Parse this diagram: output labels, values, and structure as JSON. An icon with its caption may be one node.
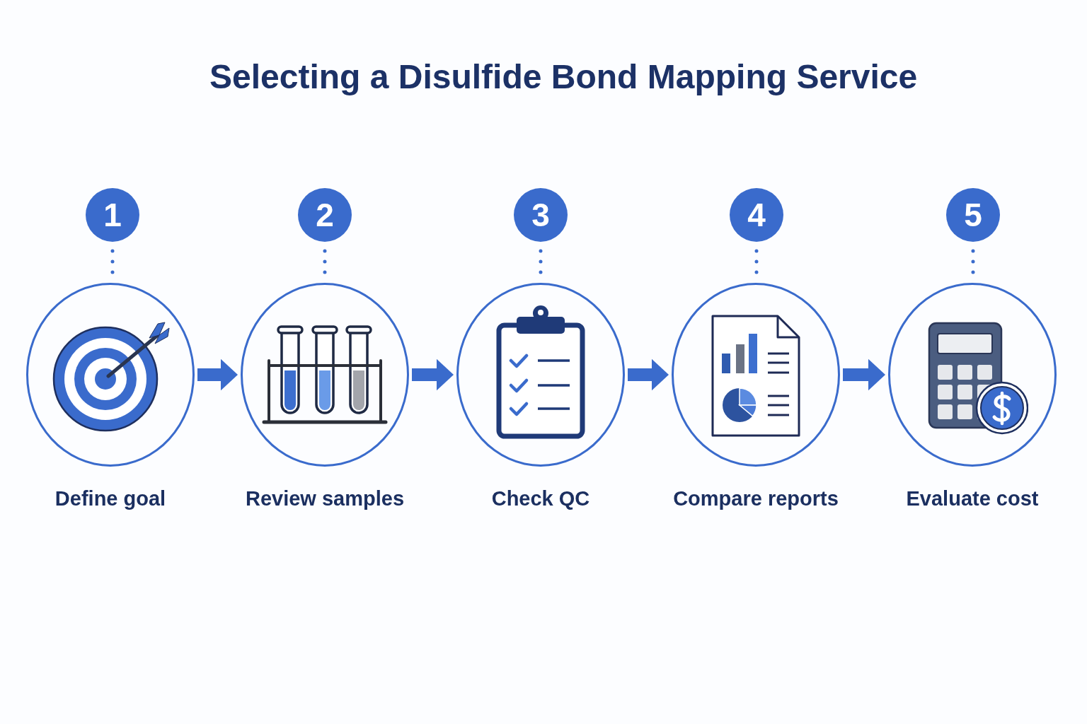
{
  "diagram": {
    "title": "Selecting a Disulfide Bond Mapping Service",
    "nodes": [
      {
        "text": [
          "1"
        ]
      },
      {
        "text": [
          "2"
        ]
      },
      {
        "text": [
          "3"
        ]
      },
      {
        "text": [
          "4"
        ]
      },
      {
        "text": [
          "5"
        ]
      },
      {
        "text": [
          "Define goal"
        ]
      },
      {
        "text": [
          "Review samples"
        ]
      },
      {
        "text": [
          "Check QC"
        ]
      },
      {
        "text": [
          "Compare reports"
        ]
      },
      {
        "text": [
          "Evaluate cost"
        ]
      }
    ],
    "edges": [
      {
        "from": 0,
        "to": 5,
        "arrow": "none",
        "style": "dashed"
      },
      {
        "from": 1,
        "to": 6,
        "arrow": "none",
        "style": "dashed"
      },
      {
        "from": 2,
        "to": 7,
        "arrow": "none",
        "style": "dashed"
      },
      {
        "from": 3,
        "to": 8,
        "arrow": "none",
        "style": "dashed"
      },
      {
        "from": 4,
        "to": 9,
        "arrow": "none",
        "style": "dashed"
      },
      {
        "from": 5,
        "to": 6,
        "arrow": "to"
      },
      {
        "from": 6,
        "to": 7,
        "arrow": "to"
      },
      {
        "from": 7,
        "to": 8,
        "arrow": "to"
      },
      {
        "from": 8,
        "to": 9,
        "arrow": "to"
      }
    ]
  }
}
